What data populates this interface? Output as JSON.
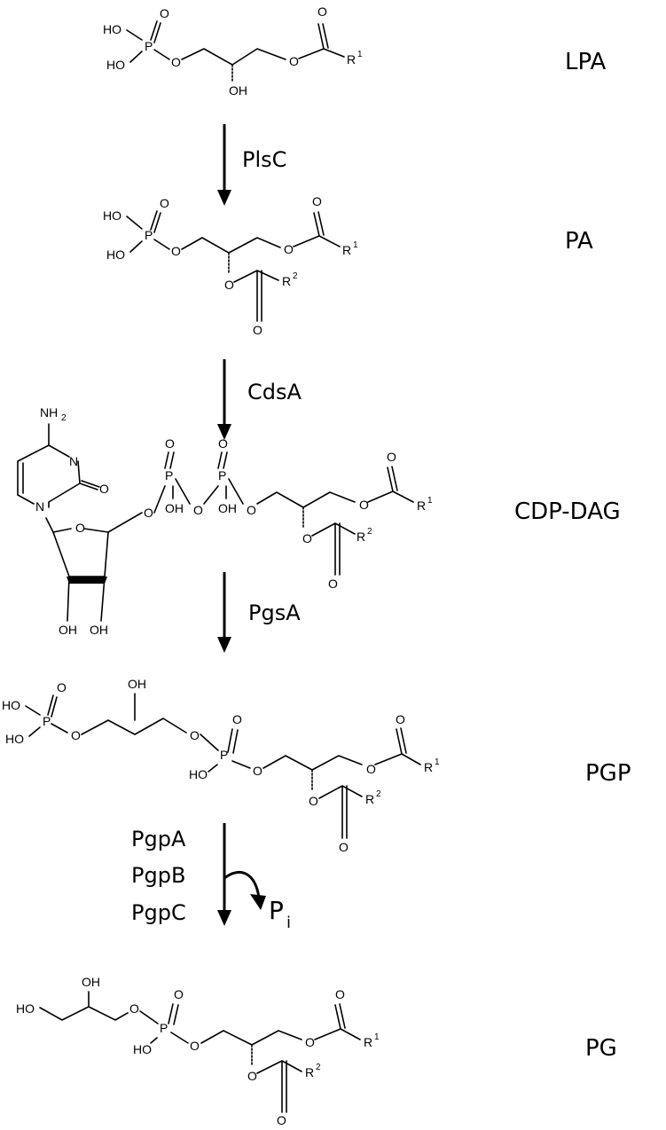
{
  "compounds": [
    {
      "id": "lpa",
      "label": "LPA"
    },
    {
      "id": "pa",
      "label": "PA"
    },
    {
      "id": "cdp",
      "label": "CDP-DAG"
    },
    {
      "id": "pgp",
      "label": "PGP"
    },
    {
      "id": "pg",
      "label": "PG"
    }
  ],
  "enzymes": {
    "plsc": "PlsC",
    "cdsa": "CdsA",
    "pgsa": "PgsA",
    "pgpa": "PgpA",
    "pgpb": "PgpB",
    "pgpc": "PgpC"
  },
  "byproduct": {
    "main": "P",
    "sub": "i"
  },
  "atoms": {
    "HO": "HO",
    "OH": "OH",
    "O": "O",
    "P": "P",
    "N": "N",
    "NH": "NH",
    "two": "2",
    "R": "R",
    "one": "1"
  }
}
